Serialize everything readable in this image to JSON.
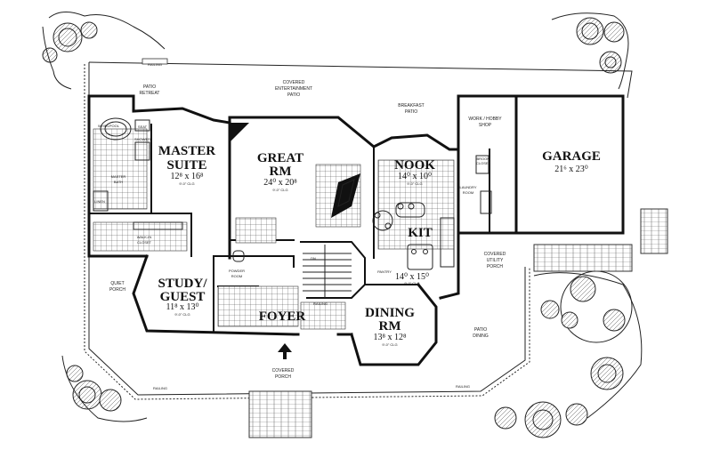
{
  "rooms": {
    "master_suite": {
      "name_line1": "MASTER",
      "name_line2": "SUITE",
      "dims": "12⁸ x 16⁸",
      "note": "9'-0\" CLG"
    },
    "great_rm": {
      "name_line1": "GREAT",
      "name_line2": "RM",
      "dims": "24⁰ x 20⁸",
      "note": "9'-0\" CLG"
    },
    "nook": {
      "name": "NOOK",
      "dims": "14⁰ x 10⁰",
      "note": "9'-0\" CLG"
    },
    "garage": {
      "name": "GARAGE",
      "dims": "21⁶ x 23⁰"
    },
    "kit": {
      "name": "KIT",
      "dims": "14⁰ x 15⁰",
      "note": "9'-0\" CLG"
    },
    "study_guest": {
      "name": "STUDY/",
      "name_line2": "GUEST",
      "dims": "11⁸ x 13⁰",
      "note": "9'-0\" CLG"
    },
    "dining_rm": {
      "name_line1": "DINING",
      "name_line2": "RM",
      "dims": "13⁸ x 12⁸",
      "note": "9'-0\" CLG"
    },
    "foyer": {
      "name": "FOYER"
    }
  },
  "labels": {
    "patio_retreat_1": "PATIO",
    "patio_retreat_2": "RETREAT",
    "covered_ent_1": "COVERED",
    "covered_ent_2": "ENTERTAINMENT",
    "covered_ent_3": "PATIO",
    "breakfast_1": "BREAKFAST",
    "breakfast_2": "PATIO",
    "work_hobby_1": "WORK / HOBBY",
    "work_hobby_2": "SHOP",
    "laundry_1": "LAUNDRY",
    "laundry_2": "ROOM",
    "covered_utility_1": "COVERED",
    "covered_utility_2": "UTILITY",
    "covered_utility_3": "PORCH",
    "quiet_porch_1": "QUIET",
    "quiet_porch_2": "PORCH",
    "patio_dining_1": "PATIO",
    "patio_dining_2": "DINING",
    "covered_porch_1": "COVERED",
    "covered_porch_2": "PORCH",
    "powder_1": "POWDER",
    "powder_2": "ROOM",
    "master_bath_1": "MASTER",
    "master_bath_2": "BATH",
    "walkin_1": "WALK-IN",
    "walkin_2": "CLOSET",
    "pantry": "PANTRY",
    "whirlpool": "WHIRLPOOL",
    "seat": "SEAT",
    "shower": "SHOWER",
    "linen": "LINEN",
    "broom_closet_1": "BROOM",
    "broom_closet_2": "CLOSET",
    "railing": "RAILING",
    "dn": "DN"
  }
}
